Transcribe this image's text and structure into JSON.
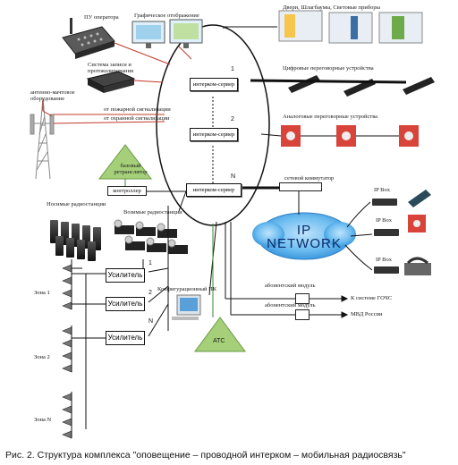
{
  "operator_console": "ПУ оператора",
  "graphic_display": "Графическое отображение",
  "doors_barriers": "Двери, Шлагбаумы, Световые приборы",
  "digital_intercoms": "Цифровые переговорные устройства",
  "analog_intercoms": "Аналоговые переговорные устройства",
  "recording_system": "Система записи и протоколирования",
  "antenna_equipment": "антенно-мачтовое оборудование",
  "fire_alarm": "от пожарной сигнализации",
  "security_alarm": "от охранной сигнализации",
  "base_repeater": "базовый ретранслятор",
  "controller": "контроллер",
  "portable_radios": "Носимые радиостанции",
  "vehicle_radios": "Возимые радиостанции",
  "intercom_server": "интерком-сервер",
  "server_numbers": [
    "1",
    "2",
    "N"
  ],
  "network_switch": "сетевой коммутатор",
  "ip_network": [
    "IP",
    "NETWORK"
  ],
  "ip_box": "IP Box",
  "amplifier": "Усилитель",
  "amp_numbers": [
    "1",
    "2",
    "N"
  ],
  "zones": [
    "Зона 1",
    "Зона 2",
    "Зона N"
  ],
  "config_pc": "Конфигурационный ПК",
  "ats": "АТС",
  "subscriber_module": "абонентский модуль",
  "gochs_system": "К системе ГОЧС",
  "mvd_russia": "МВД России",
  "caption": "Рис. 2. Структура комплекса \"оповещение – проводной интерком – мобильная радиосвязь\"",
  "colors": {
    "network_cloud": "#5fb4ee",
    "triangle": "#a6cf7a",
    "red_line": "#c0392b",
    "green_line": "#3a8a3a"
  }
}
